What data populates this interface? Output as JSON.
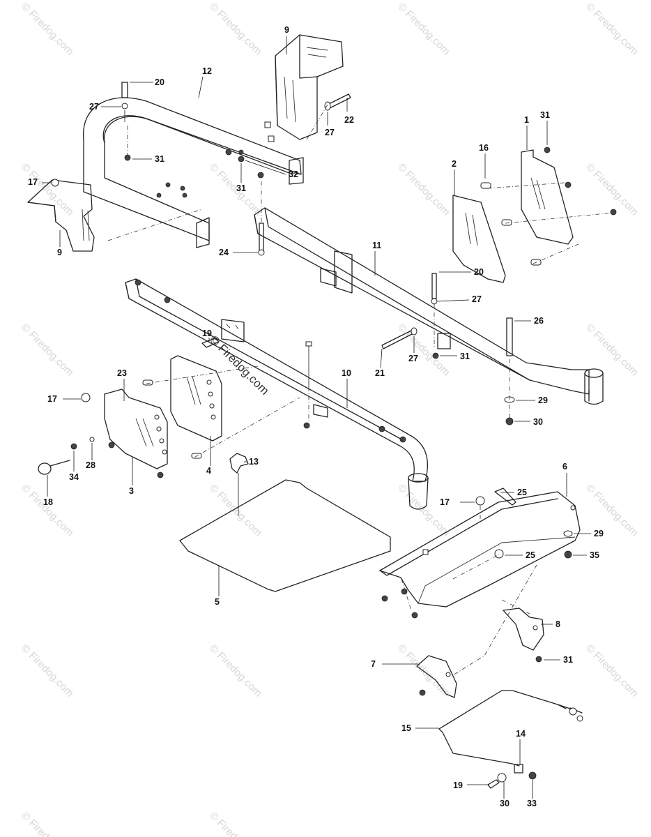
{
  "watermark": {
    "text": "© Firedog.com",
    "center_text": "© Firedog.com"
  },
  "callouts": [
    {
      "id": "c9a",
      "label": "9"
    },
    {
      "id": "c12",
      "label": "12"
    },
    {
      "id": "c20a",
      "label": "20"
    },
    {
      "id": "c27a",
      "label": "27"
    },
    {
      "id": "c27b",
      "label": "27"
    },
    {
      "id": "c22",
      "label": "22"
    },
    {
      "id": "c31a",
      "label": "31"
    },
    {
      "id": "c32",
      "label": "32"
    },
    {
      "id": "c31b",
      "label": "31"
    },
    {
      "id": "c17a",
      "label": "17"
    },
    {
      "id": "c9b",
      "label": "9"
    },
    {
      "id": "c24",
      "label": "24"
    },
    {
      "id": "c1",
      "label": "1"
    },
    {
      "id": "c31c",
      "label": "31"
    },
    {
      "id": "c16",
      "label": "16"
    },
    {
      "id": "c2",
      "label": "2"
    },
    {
      "id": "c11",
      "label": "11"
    },
    {
      "id": "c20b",
      "label": "20"
    },
    {
      "id": "c27c",
      "label": "27"
    },
    {
      "id": "c26",
      "label": "26"
    },
    {
      "id": "c19a",
      "label": "19"
    },
    {
      "id": "c21",
      "label": "21"
    },
    {
      "id": "c27d",
      "label": "27"
    },
    {
      "id": "c31d",
      "label": "31"
    },
    {
      "id": "c10",
      "label": "10"
    },
    {
      "id": "c23",
      "label": "23"
    },
    {
      "id": "c17b",
      "label": "17"
    },
    {
      "id": "c29a",
      "label": "29"
    },
    {
      "id": "c30a",
      "label": "30"
    },
    {
      "id": "c13",
      "label": "13"
    },
    {
      "id": "c28",
      "label": "28"
    },
    {
      "id": "c34",
      "label": "34"
    },
    {
      "id": "c4",
      "label": "4"
    },
    {
      "id": "c18",
      "label": "18"
    },
    {
      "id": "c3",
      "label": "3"
    },
    {
      "id": "c6",
      "label": "6"
    },
    {
      "id": "c17c",
      "label": "17"
    },
    {
      "id": "c25a",
      "label": "25"
    },
    {
      "id": "c29b",
      "label": "29"
    },
    {
      "id": "c25b",
      "label": "25"
    },
    {
      "id": "c35",
      "label": "35"
    },
    {
      "id": "c5",
      "label": "5"
    },
    {
      "id": "c8",
      "label": "8"
    },
    {
      "id": "c31e",
      "label": "31"
    },
    {
      "id": "c7",
      "label": "7"
    },
    {
      "id": "c15",
      "label": "15"
    },
    {
      "id": "c14",
      "label": "14"
    },
    {
      "id": "c19b",
      "label": "19"
    },
    {
      "id": "c30b",
      "label": "30"
    },
    {
      "id": "c33",
      "label": "33"
    }
  ]
}
